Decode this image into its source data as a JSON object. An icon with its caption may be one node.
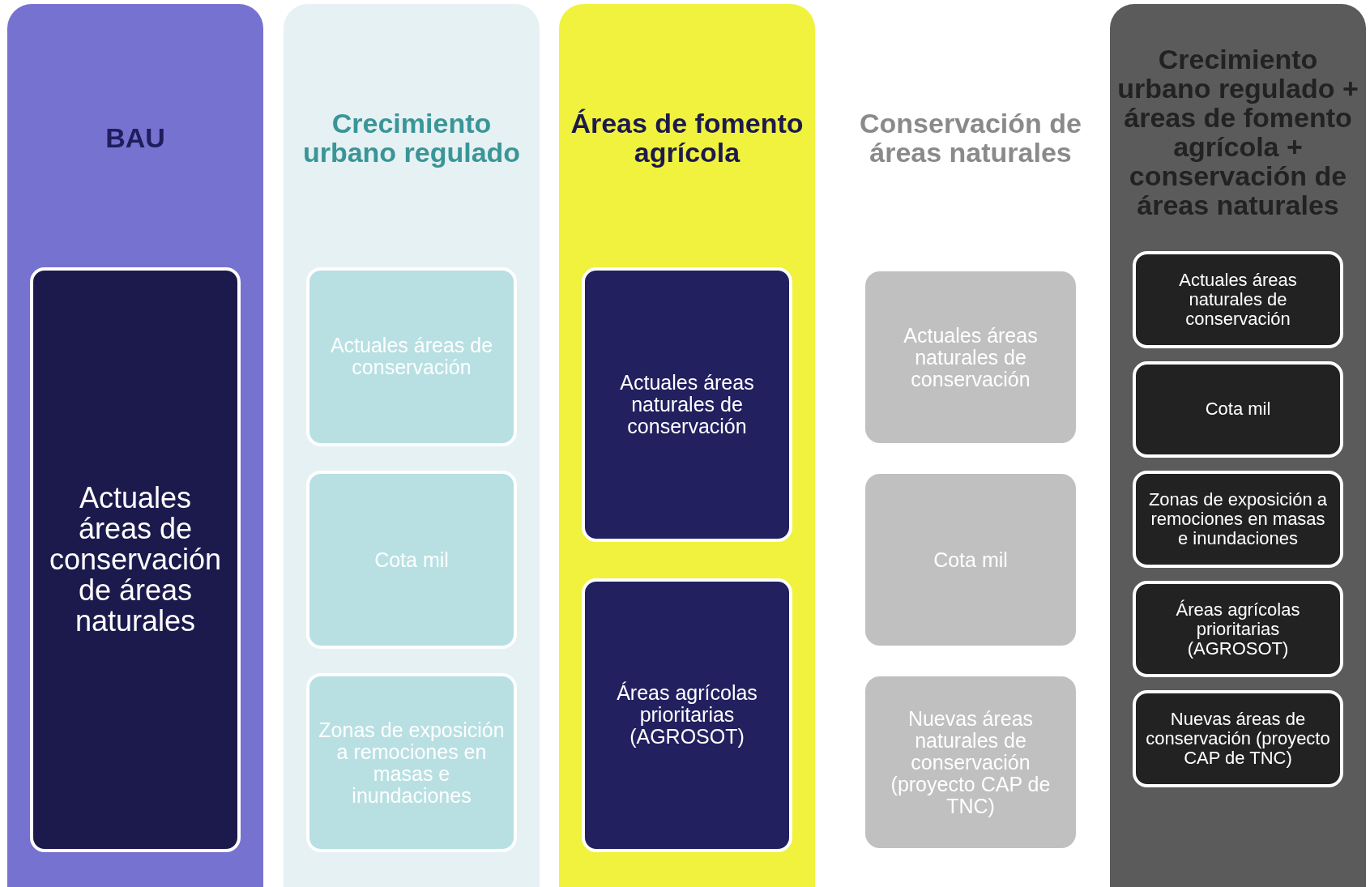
{
  "diagram": {
    "nodes": [
      {
        "text": [
          "BAU"
        ]
      },
      {
        "text": [
          "Actuales áreas de conservación de áreas naturales"
        ],
        "in": 0
      },
      {
        "text": [
          "Crecimiento urbano regulado"
        ]
      },
      {
        "text": [
          "Actuales áreas de conservación"
        ],
        "in": 2
      },
      {
        "text": [
          "Cota mil"
        ],
        "in": 2
      },
      {
        "text": [
          "Zonas de exposición a remociones en masas e inundaciones"
        ],
        "in": 2
      },
      {
        "text": [
          "Áreas de fomento agrícola"
        ]
      },
      {
        "text": [
          "Actuales áreas naturales de conservación"
        ],
        "in": 6
      },
      {
        "text": [
          "Áreas agrícolas prioritarias (AGROSOT)"
        ],
        "in": 6
      },
      {
        "text": [
          "Conservación de áreas naturales"
        ]
      },
      {
        "text": [
          "Actuales áreas naturales de conservación"
        ],
        "in": 9
      },
      {
        "text": [
          "Cota mil"
        ],
        "in": 9
      },
      {
        "text": [
          "Nuevas áreas naturales de conservación (proyecto CAP de TNC)"
        ],
        "in": 9
      },
      {
        "text": [
          "Crecimiento urbano regulado + áreas de fomento agrícola + conservación de áreas naturales"
        ]
      },
      {
        "text": [
          "Actuales áreas naturales de conservación"
        ],
        "in": 13
      },
      {
        "text": [
          "Cota mil"
        ],
        "in": 13
      },
      {
        "text": [
          "Zonas de exposición a remociones en masas e inundaciones"
        ],
        "in": 13
      },
      {
        "text": [
          "Áreas agrícolas prioritarias (AGROSOT)"
        ],
        "in": 13
      },
      {
        "text": [
          "Nuevas áreas de conservación (proyecto CAP de TNC)"
        ],
        "in": 13
      }
    ]
  }
}
